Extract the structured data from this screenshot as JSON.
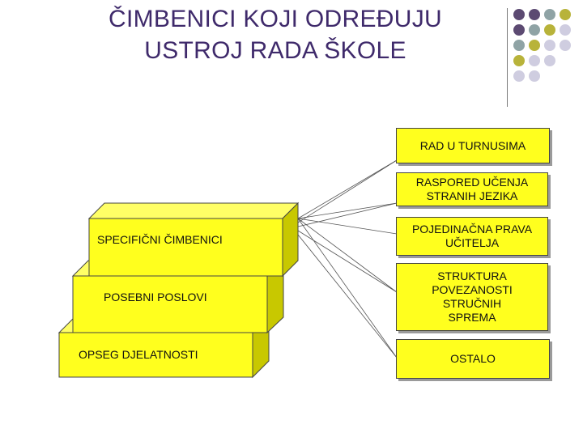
{
  "title": {
    "line1": "ČIMBENICI KOJI ODREĐUJU",
    "line2": "USTROJ RADA ŠKOLE"
  },
  "steps": [
    {
      "label": "SPECIFIČNI ČIMBENICI"
    },
    {
      "label": "POSEBNI POSLOVI"
    },
    {
      "label": "OPSEG DJELATNOSTI"
    }
  ],
  "boxes": [
    {
      "label": "RAD U TURNUSIMA"
    },
    {
      "label": "RASPORED UČENJA STRANIH JEZIKA"
    },
    {
      "label": "POJEDINAČNA PRAVA UČITELJA"
    },
    {
      "label": "STRUKTURA POVEZANOSTI STRUČNIH SPREMA"
    },
    {
      "label": "OSTALO"
    }
  ],
  "colors": {
    "title": "#3f2a6b",
    "step_fill": "#ffff1e",
    "box_fill": "#ffff1e",
    "dot_purple": "#5c4a72",
    "dot_teal": "#8fa3a5",
    "dot_olive": "#b8b33a",
    "dot_lavender": "#cfcde0"
  }
}
